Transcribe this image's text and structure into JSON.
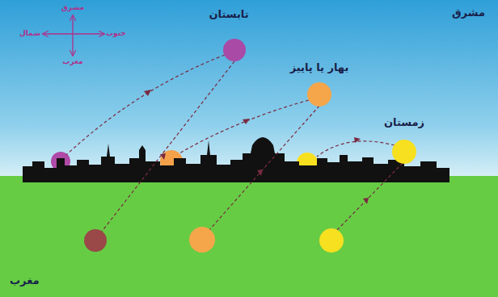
{
  "diagram": {
    "labels": [
      "تابستان",
      "بهار یا پاییز",
      "زمستان",
      "مشرق",
      "مغرب",
      "مشرق",
      "شمال",
      "جنوب",
      "مغرب"
    ]
  }
}
